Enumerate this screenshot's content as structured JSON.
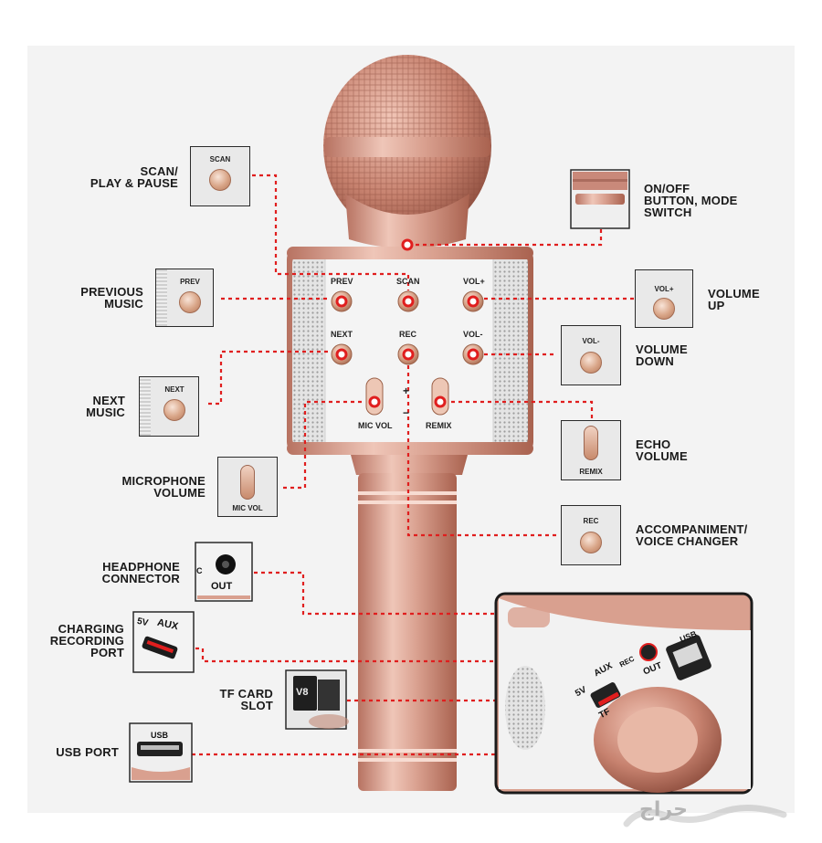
{
  "callouts": {
    "scan": "SCAN/\nPLAY & PAUSE",
    "prev": "PREVIOUS\nMUSIC",
    "next": "NEXT\nMUSIC",
    "mic_vol": "MICROPHONE\nVOLUME",
    "headphone": "HEADPHONE\nCONNECTOR",
    "charging": "CHARGING\nRECORDING\nPORT",
    "tf": "TF CARD\nSLOT",
    "usb": "USB PORT",
    "onoff": "ON/OFF\nBUTTON, MODE\nSWITCH",
    "vol_up": "VOLUME\nUP",
    "vol_down": "VOLUME\nDOWN",
    "echo": "ECHO\nVOLUME",
    "accomp": "ACCOMPANIMENT/\nVOICE CHANGER"
  },
  "body_buttons": {
    "prev": "PREV",
    "scan": "SCAN",
    "vol_plus": "VOL+",
    "next": "NEXT",
    "rec": "REC",
    "vol_minus": "VOL-",
    "mic_vol": "MIC VOL",
    "remix": "REMIX",
    "plus": "+",
    "minus": "−"
  },
  "thumbs": {
    "scan": "SCAN",
    "prev": "PREV",
    "next": "NEXT",
    "mic_vol": "MIC VOL",
    "out": "OUT",
    "out_prefix": "C",
    "aux": "AUX",
    "aux_5v": "5V",
    "tf_brand": "V8",
    "usb": "USB",
    "vol_up": "VOL+",
    "vol_down": "VOL-",
    "remix": "REMIX",
    "rec": "REC"
  },
  "inset": {
    "aux": "AUX",
    "rec": "REC",
    "out": "OUT",
    "v5": "5V",
    "tf": "TF",
    "usb": "USB"
  },
  "watermark": "حراج",
  "colors": {
    "rose_gold": "#d9a08f",
    "rose_dark": "#b87565",
    "leader_red": "#e01e1e",
    "frame": "#2a2a2a"
  }
}
